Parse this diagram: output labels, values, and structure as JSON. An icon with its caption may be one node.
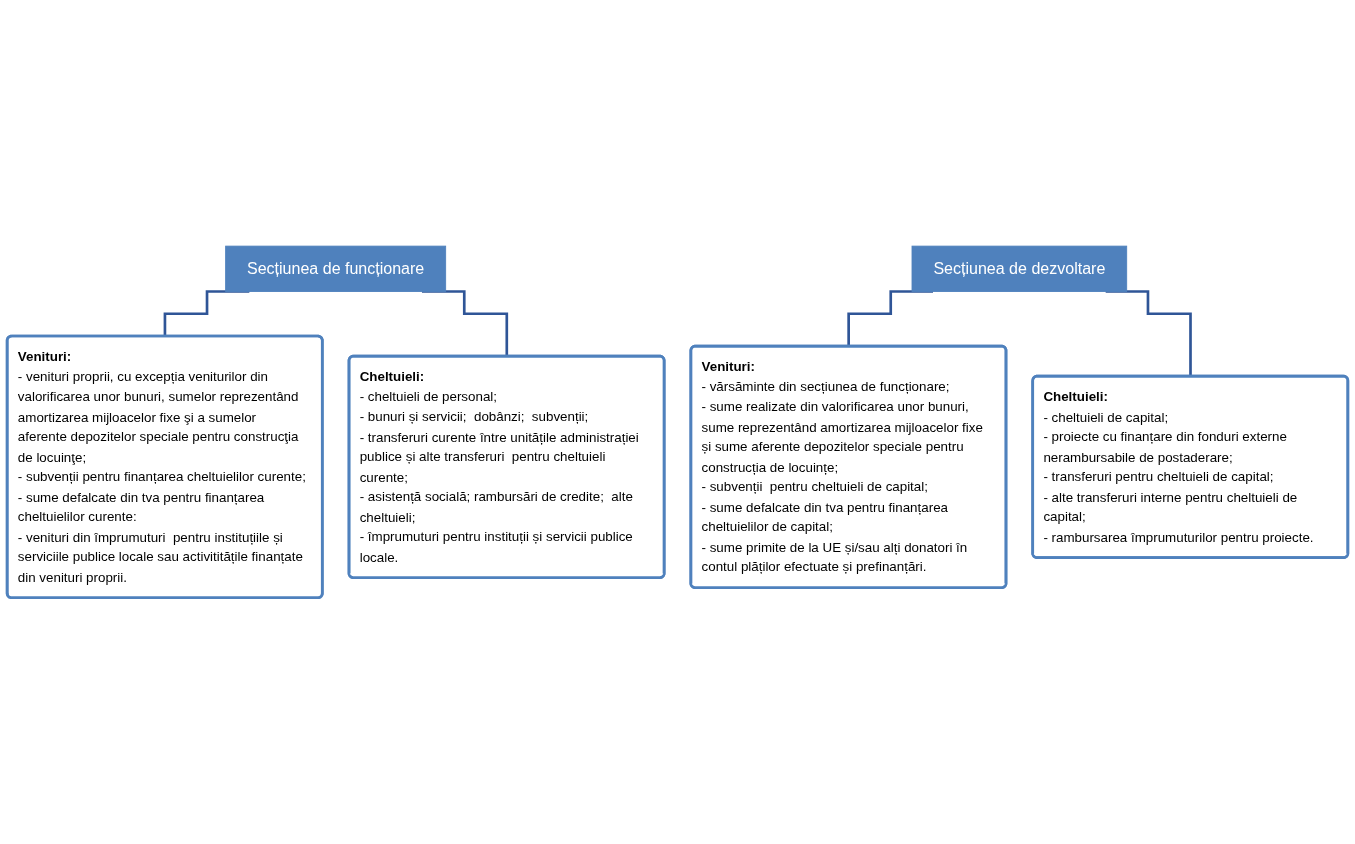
{
  "diagram": {
    "nodes": [
      {
        "text": [
          "Secțiunea de funcționare"
        ]
      },
      {
        "text": [
          "Venituri:",
          "- venituri proprii, cu excepția veniturilor din valorificarea unor bunuri, sumelor reprezentând amortizarea mijloacelor fixe şi a sumelor aferente depozitelor speciale pentru construcţia de locuinţe;",
          "- subvenții pentru finanțarea cheltuielilor curente;",
          "- sume defalcate din tva pentru finanțarea cheltuielilor curente:",
          "- venituri din împrumuturi  pentru instituțiile și serviciile publice locale sau activititățile finanțate din venituri proprii."
        ]
      },
      {
        "text": [
          "Cheltuieli:",
          "- cheltuieli de personal;",
          "- bunuri și servicii;  dobânzi;  subvenții;",
          "- transferuri curente între unitățile administrației publice și alte transferuri  pentru cheltuieli curente;",
          "- asistență socială; rambursări de credite;  alte cheltuieli;",
          "- împrumuturi pentru instituții și servicii publice locale."
        ]
      },
      {
        "text": [
          "Secțiunea de dezvoltare"
        ]
      },
      {
        "text": [
          "Venituri:",
          "- vărsăminte din secțiunea de funcționare;",
          "- sume realizate din valorificarea unor bunuri, sume reprezentând amortizarea mijloacelor fixe și sume aferente depozitelor speciale pentru construcția de locuințe;",
          "- subvenții  pentru cheltuieli de capital;",
          "- sume defalcate din tva pentru finanțarea cheltuielilor de capital;",
          "- sume primite de la UE și/sau alți donatori în contul plăților efectuate și prefinanțări."
        ]
      },
      {
        "text": [
          "Cheltuieli:",
          "- cheltuieli de capital;",
          "- proiecte cu finanțare din fonduri externe nerambursabile de postaderare;",
          "- transferuri pentru cheltuieli de capital;",
          "- alte transferuri interne pentru cheltuieli de capital;",
          "- rambursarea împrumuturilor pentru proiecte."
        ]
      }
    ],
    "edges": [
      {
        "from": 0,
        "to": 1,
        "arrow": "none"
      },
      {
        "from": 0,
        "to": 2,
        "arrow": "none"
      },
      {
        "from": 3,
        "to": 4,
        "arrow": "none"
      },
      {
        "from": 3,
        "to": 5,
        "arrow": "none"
      }
    ]
  }
}
